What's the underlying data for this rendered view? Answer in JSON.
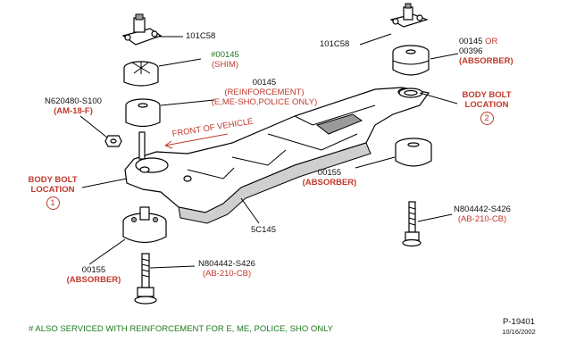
{
  "labels": {
    "bracket_left": "101C58",
    "shim_part": "#00145",
    "shim_name": "(SHIM)",
    "reinf_part": "00145",
    "reinf_line1": "(REINFORCEMENT)",
    "reinf_line2": "(E,ME-SHO,POLICE ONLY)",
    "nut_part": "N620480-S100",
    "nut_spec": "(AM-18-F)",
    "front": "FRONT OF VEHICLE",
    "bbl1_line1": "BODY BOLT",
    "bbl1_line2": "LOCATION",
    "bbl1_num": "1",
    "bracket_right": "101C58",
    "abs_top_part": "00145",
    "abs_top_or": "OR",
    "abs_top_alt": "00396",
    "abs_top_name": "(ABSORBER)",
    "bbl2_line1": "BODY BOLT",
    "bbl2_line2": "LOCATION",
    "bbl2_num": "2",
    "abs_mid_part": "00155",
    "abs_mid_name": "(ABSORBER)",
    "frame_part": "5C145",
    "bolt_right_part": "N804442-S426",
    "bolt_right_spec": "(AB-210-CB)",
    "abs_low_part": "00155",
    "abs_low_name": "(ABSORBER)",
    "bolt_left_part": "N804442-S426",
    "bolt_left_spec": "(AB-210-CB)",
    "footnote": "# ALSO SERVICED WITH REINFORCEMENT FOR E, ME, POLICE, SHO ONLY",
    "figure_id": "P-19401",
    "figure_date": "10/16/2002"
  },
  "colors": {
    "annotation_red": "#c0392b",
    "footnote_green": "#1e7a1e",
    "line": "#000000"
  }
}
